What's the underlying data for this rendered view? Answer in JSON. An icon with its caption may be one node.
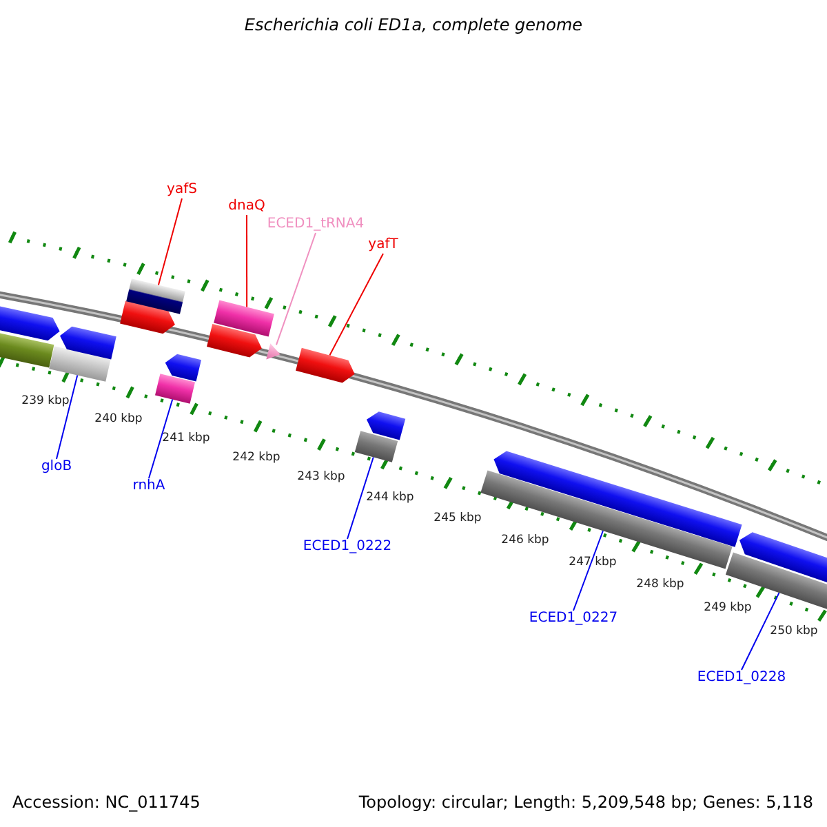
{
  "diagram": {
    "title": "Escherichia coli ED1a, complete genome",
    "nodes": [
      {
        "text": [
          "yafS"
        ]
      },
      {
        "text": [
          "dnaQ"
        ]
      },
      {
        "text": [
          "ECED1_tRNA4"
        ]
      },
      {
        "text": [
          "yafT"
        ]
      },
      {
        "text": [
          "gloB"
        ]
      },
      {
        "text": [
          "rnhA"
        ]
      },
      {
        "text": [
          "ECED1_0222"
        ]
      },
      {
        "text": [
          "ECED1_0227"
        ]
      },
      {
        "text": [
          "ECED1_0228"
        ]
      },
      {
        "text": [],
        "shape": "box"
      },
      {
        "text": [],
        "shape": "arrow"
      },
      {
        "text": [],
        "shape": "box"
      },
      {
        "text": [],
        "shape": "arrow"
      },
      {
        "text": [],
        "shape": "arrow"
      },
      {
        "text": [],
        "shape": "box"
      },
      {
        "text": [],
        "shape": "box"
      },
      {
        "text": [],
        "shape": "arrow"
      },
      {
        "text": [],
        "shape": "arrow"
      },
      {
        "text": [],
        "shape": "box"
      },
      {
        "text": [],
        "shape": "triangle"
      },
      {
        "text": [],
        "shape": "arrow"
      },
      {
        "text": [],
        "shape": "box"
      },
      {
        "text": [],
        "shape": "arrow"
      },
      {
        "text": [],
        "shape": "box"
      },
      {
        "text": [],
        "shape": "arrow"
      },
      {
        "text": [],
        "shape": "box"
      },
      {
        "text": [],
        "shape": "arrow"
      }
    ],
    "edges": [
      {
        "from": 0,
        "to": 14,
        "arrow": "none",
        "color": "#ee0000"
      },
      {
        "from": 1,
        "to": 18,
        "arrow": "none",
        "color": "#ee0000"
      },
      {
        "from": 2,
        "to": 19,
        "arrow": "none",
        "color": "#f090c0"
      },
      {
        "from": 3,
        "to": 20,
        "arrow": "none",
        "color": "#ee0000"
      },
      {
        "from": 4,
        "to": 11,
        "arrow": "none"
      },
      {
        "from": 5,
        "to": 15,
        "arrow": "none"
      },
      {
        "from": 6,
        "to": 21,
        "arrow": "none"
      },
      {
        "from": 7,
        "to": 23,
        "arrow": "none"
      },
      {
        "from": 8,
        "to": 25,
        "arrow": "none"
      }
    ],
    "labels": [
      "239 kbp",
      "240 kbp",
      "241 kbp",
      "242 kbp",
      "243 kbp",
      "244 kbp",
      "245 kbp",
      "246 kbp",
      "247 kbp",
      "248 kbp",
      "249 kbp",
      "250 kbp",
      "Accession: NC_011745",
      "Topology: circular; Length: 5,209,548 bp; Genes: 5,118"
    ]
  }
}
